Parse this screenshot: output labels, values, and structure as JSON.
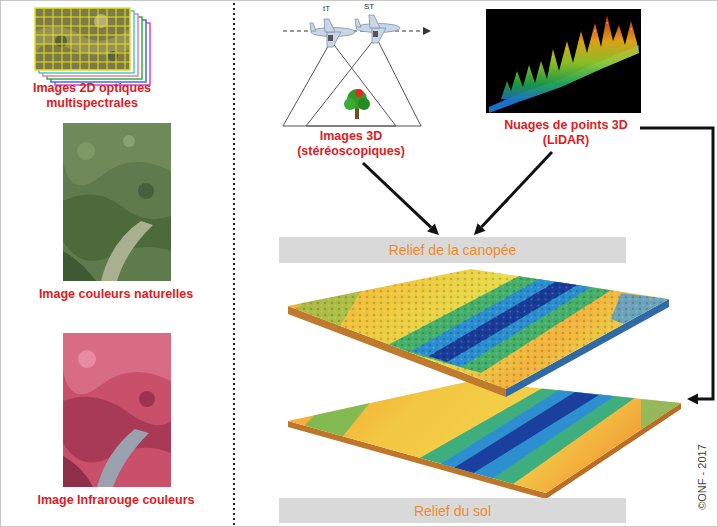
{
  "diagram": {
    "nodes": [
      {
        "text": [
          "Images 2D optiques multispectrales"
        ]
      },
      {
        "text": [
          "Image couleurs naturelles"
        ]
      },
      {
        "text": [
          "Image Infrarouge couleurs"
        ]
      },
      {
        "text": [
          "Images 3D (stéréoscopiques)"
        ]
      },
      {
        "text": [
          "Nuages de points 3D (LiDAR)"
        ]
      },
      {
        "text": [
          "Relief de la canopée"
        ]
      },
      {
        "text": [
          "Relief du sol"
        ]
      }
    ],
    "edges": [
      {
        "from": 3,
        "to": 5,
        "arrow": "to"
      },
      {
        "from": 4,
        "to": 5,
        "arrow": "to"
      },
      {
        "from": 4,
        "to": 6,
        "arrow": "to"
      }
    ],
    "labels": [
      "tT",
      "ST",
      "©ONF - 2017"
    ]
  }
}
